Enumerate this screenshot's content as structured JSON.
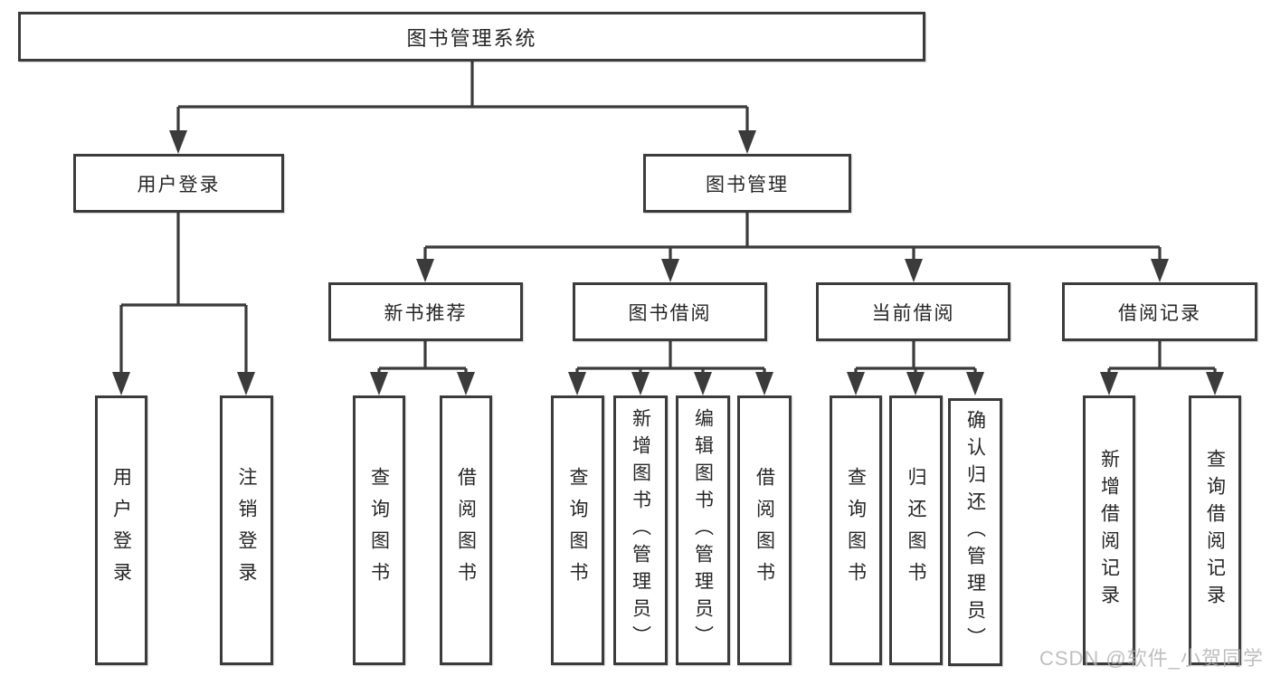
{
  "tree": {
    "root": {
      "label": "图书管理系统"
    },
    "children": [
      {
        "label": "用户登录",
        "children": [
          {
            "label": "用户登录"
          },
          {
            "label": "注销登录"
          }
        ]
      },
      {
        "label": "图书管理",
        "children": [
          {
            "label": "新书推荐",
            "children": [
              {
                "label": "查询图书"
              },
              {
                "label": "借阅图书"
              }
            ]
          },
          {
            "label": "图书借阅",
            "children": [
              {
                "label": "查询图书"
              },
              {
                "label": "新增图书（管理员）"
              },
              {
                "label": "编辑图书（管理员）"
              },
              {
                "label": "借阅图书"
              }
            ]
          },
          {
            "label": "当前借阅",
            "children": [
              {
                "label": "查询图书"
              },
              {
                "label": "归还图书"
              },
              {
                "label": "确认归还（管理员）"
              }
            ]
          },
          {
            "label": "借阅记录",
            "children": [
              {
                "label": "新增借阅记录"
              },
              {
                "label": "查询借阅记录"
              }
            ]
          }
        ]
      }
    ]
  },
  "watermark": {
    "text": "CSDN @软件_小贺同学"
  },
  "colors": {
    "line": "#3b3b3b",
    "border": "#3b3b3b",
    "text": "#262626",
    "watermark": "#b0b0b0",
    "background": "#ffffff"
  }
}
